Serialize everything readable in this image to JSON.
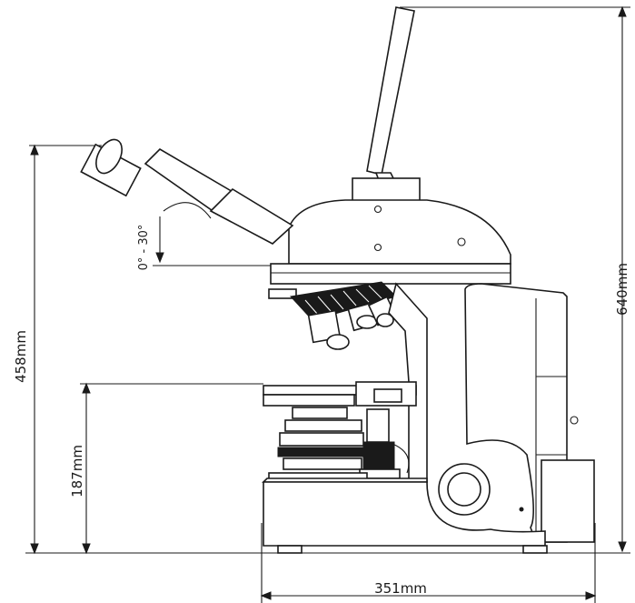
{
  "dimensions": {
    "total_height": "640mm",
    "eyepiece_height": "458mm",
    "stage_height": "187mm",
    "base_width": "351mm",
    "tilt_range": "0° - 30°"
  }
}
